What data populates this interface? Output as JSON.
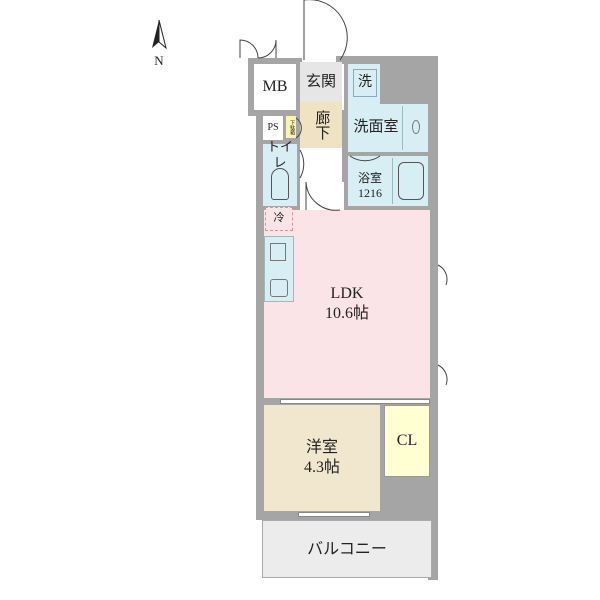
{
  "compass": {
    "north_label": "N"
  },
  "rooms": {
    "mb": "MB",
    "entrance": "玄関",
    "hallway": "廊下",
    "washer": "洗",
    "washroom": "洗面室",
    "ps": "PS",
    "shoe_box": "下駄箱",
    "toilet": "トイレ",
    "bathroom": {
      "name": "浴室",
      "size": "1216"
    },
    "fridge": "冷",
    "ldk": {
      "name": "LDK",
      "size": "10.6帖"
    },
    "western_room": {
      "name": "洋室",
      "size": "4.3帖"
    },
    "closet": "CL",
    "balcony": "バルコニー"
  },
  "colors": {
    "wall": "#a5a5a5",
    "ldk": "#fbe4e8",
    "wet_area": "#d7eef5",
    "western_room": "#f1e7cf",
    "hallway": "#efe3c4",
    "closet": "#ffffd2",
    "entrance": "#e6e6e6",
    "balcony": "#ececec"
  }
}
